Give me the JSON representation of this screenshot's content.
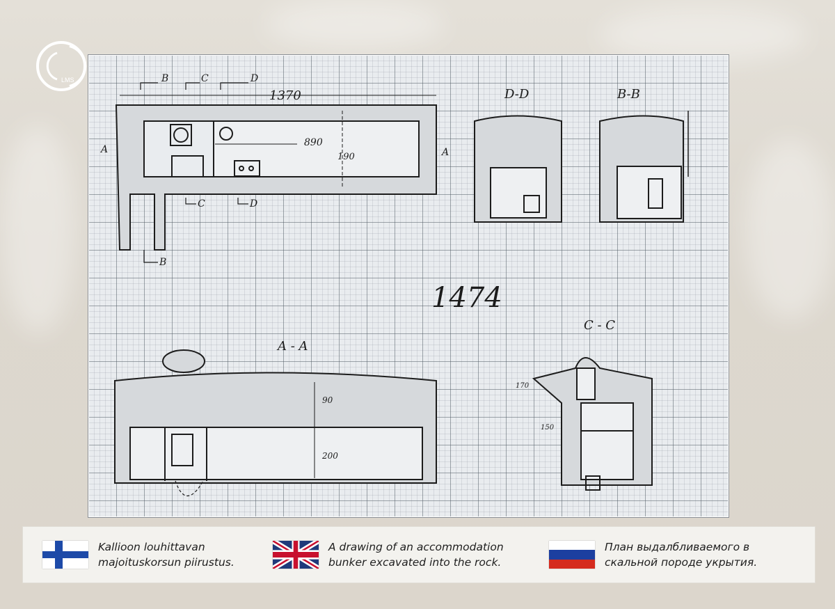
{
  "logo": {
    "text": "LMS"
  },
  "drawing": {
    "number": "1474",
    "views": {
      "plan_dimension": "1370",
      "plan_inner_length": "890",
      "plan_width": "190",
      "section_dd": "D-D",
      "section_bb": "B-B",
      "section_aa": "A - A",
      "section_cc": "C - C",
      "aa_height_top": "90",
      "aa_height_bottom": "200",
      "cc_dim_a": "150",
      "cc_dim_b": "170"
    },
    "markers": {
      "b": "B",
      "c": "C",
      "d": "D",
      "a": "A"
    }
  },
  "captions": [
    {
      "flag": "finland-flag-icon",
      "line1": "Kallioon louhittavan",
      "line2": "majoituskorsun piirustus."
    },
    {
      "flag": "uk-flag-icon",
      "line1": "A drawing of an accommodation",
      "line2": "bunker excavated into the rock."
    },
    {
      "flag": "russia-flag-icon",
      "line1": "План выдалбливаемого в",
      "line2": "скальной породе укрытия."
    }
  ],
  "colors": {
    "ink": "#1c1c1c",
    "grid": "#5a646e",
    "paper": "#e9ecef"
  }
}
